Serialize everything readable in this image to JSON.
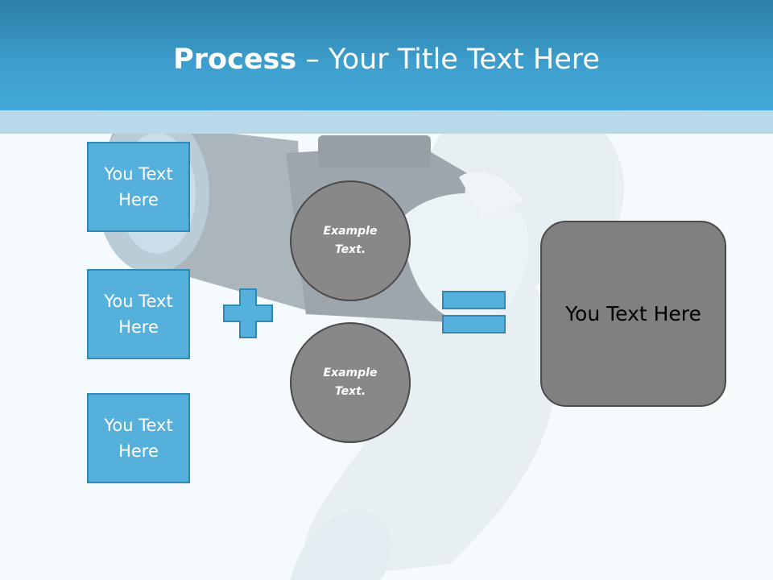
{
  "title": {
    "bold": "Process",
    "separator": " – ",
    "rest": "Your Title Text Here"
  },
  "boxes": [
    {
      "label": "You Text Here"
    },
    {
      "label": "You Text Here"
    },
    {
      "label": "You Text Here"
    }
  ],
  "circles": [
    {
      "label": "Example Text."
    },
    {
      "label": "Example Text."
    }
  ],
  "result": {
    "label": "You Text Here"
  },
  "colors": {
    "header": "#3e9fce",
    "box_fill": "#55b0dc",
    "box_border": "#2f89b6",
    "circle_fill": "#888888",
    "result_fill": "#808080"
  },
  "icons": {
    "plus": "plus-icon",
    "equals": "equals-icon",
    "background": "person-with-camera-illustration"
  }
}
